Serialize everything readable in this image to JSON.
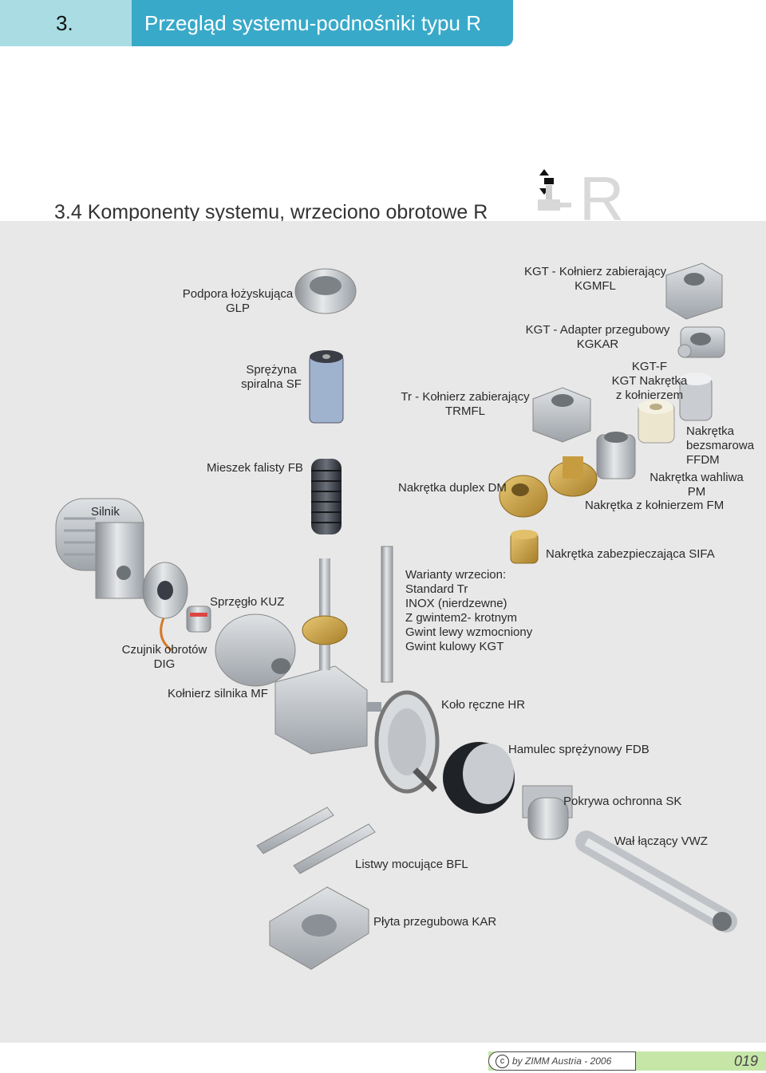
{
  "header": {
    "number": "3.",
    "title": "Przegląd systemu-podnośniki typu R"
  },
  "section_title": "3.4 Komponenty systemu, wrzeciono obrotowe R",
  "logo": {
    "letter": "R"
  },
  "labels": {
    "glp_1": "Podpora łożyskująca",
    "glp_2": "GLP",
    "sf_1": "Sprężyna",
    "sf_2": "spiralna SF",
    "fb": "Mieszek falisty FB",
    "silnik": "Silnik",
    "trmfl_1": "Tr - Kołnierz zabierający",
    "trmfl_2": "TRMFL",
    "dm": "Nakrętka duplex DM",
    "kgmfl_1": "KGT - Kołnierz zabierający",
    "kgmfl_2": "KGMFL",
    "kgkar_1": "KGT - Adapter przegubowy",
    "kgkar_2": "KGKAR",
    "kgtf_1": "KGT-F",
    "kgtf_2": "KGT Nakrętka",
    "kgtf_3": "z kołnierzem",
    "ffdm_1": "Nakrętka",
    "ffdm_2": "bezsmarowa",
    "ffdm_3": "FFDM",
    "pm_1": "Nakrętka wahliwa",
    "pm_2": "PM",
    "fm": "Nakrętka z kołnierzem FM",
    "sifa": "Nakrętka zabezpieczająca SIFA",
    "kuz": "Sprzęgło KUZ",
    "dig_1": "Czujnik obrotów",
    "dig_2": "DIG",
    "mf": "Kołnierz silnika MF",
    "warianty_1": "Warianty wrzecion:",
    "warianty_2": "Standard Tr",
    "warianty_3": "INOX (nierdzewne)",
    "warianty_4": "Z gwintem2- krotnym",
    "warianty_5": "Gwint lewy wzmocniony",
    "warianty_6": "Gwint kulowy KGT",
    "hr": "Koło ręczne HR",
    "fdb": "Hamulec sprężynowy  FDB",
    "sk": "Pokrywa ochronna SK",
    "vwz": "Wał łączący VWZ",
    "bfl": "Listwy mocujące BFL",
    "kar": "Płyta przegubowa KAR"
  },
  "footer": {
    "copyright_symbol": "c",
    "credit": "by ZIMM Austria - 2006",
    "page": "019"
  },
  "colors": {
    "header_light": "#a9dde3",
    "header_dark": "#39a9c9",
    "panel": "#e8e8e8",
    "footer_green": "#c6e6a8",
    "bronze": "#c9a24a",
    "steel": "#b9bec4"
  }
}
